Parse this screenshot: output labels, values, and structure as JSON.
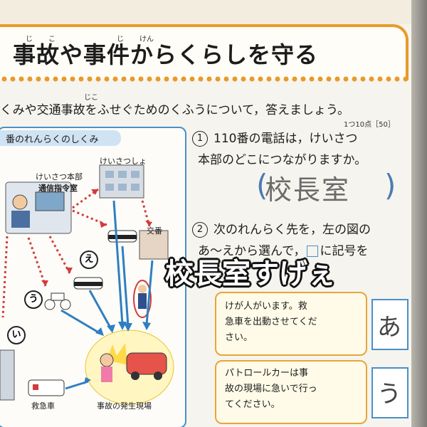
{
  "title": "事故や事件からくらしを守る",
  "title_ruby": [
    "じ",
    "こ",
    "じ",
    "けん"
  ],
  "instruction": "くみや交通事故をふせぐためのくふうについて，答えましょう。",
  "instruction_ruby": "じこ",
  "points": "1つ10点［50］",
  "diagram": {
    "title": "番のれんらくのしくみ",
    "labels": {
      "police_hq": "けいさつ本部",
      "command_room": "通信指令室",
      "police_station": "けいさつしょ",
      "koban": "交番",
      "ambulance": "救急車",
      "accident_site": "事故の発生現場"
    },
    "markers": [
      "え",
      "う",
      "い"
    ]
  },
  "question1": {
    "num": "1",
    "line1": "110番の電話は，けいさつ",
    "line2": "本部のどこにつながりますか。",
    "answer": "校長室"
  },
  "question2": {
    "num": "2",
    "line1": "次のれんらく先を，左の図の",
    "line2a": "あ～えから選んで，",
    "line2b": "に記号を"
  },
  "overlay_caption": "校長室すげぇ",
  "cards": [
    {
      "line1": "けが人がいます。救",
      "line2": "急車を出動させてくだ",
      "line3": "さい。",
      "answer": "あ"
    },
    {
      "line1": "パトロールカーは事",
      "line2": "故の現場に急いで行っ",
      "line3": "てください。",
      "answer": "う"
    }
  ],
  "colors": {
    "accent": "#e89a2a",
    "blue": "#4a90c8",
    "arrow_red": "#d23c3c",
    "arrow_blue": "#2f7fc1"
  }
}
